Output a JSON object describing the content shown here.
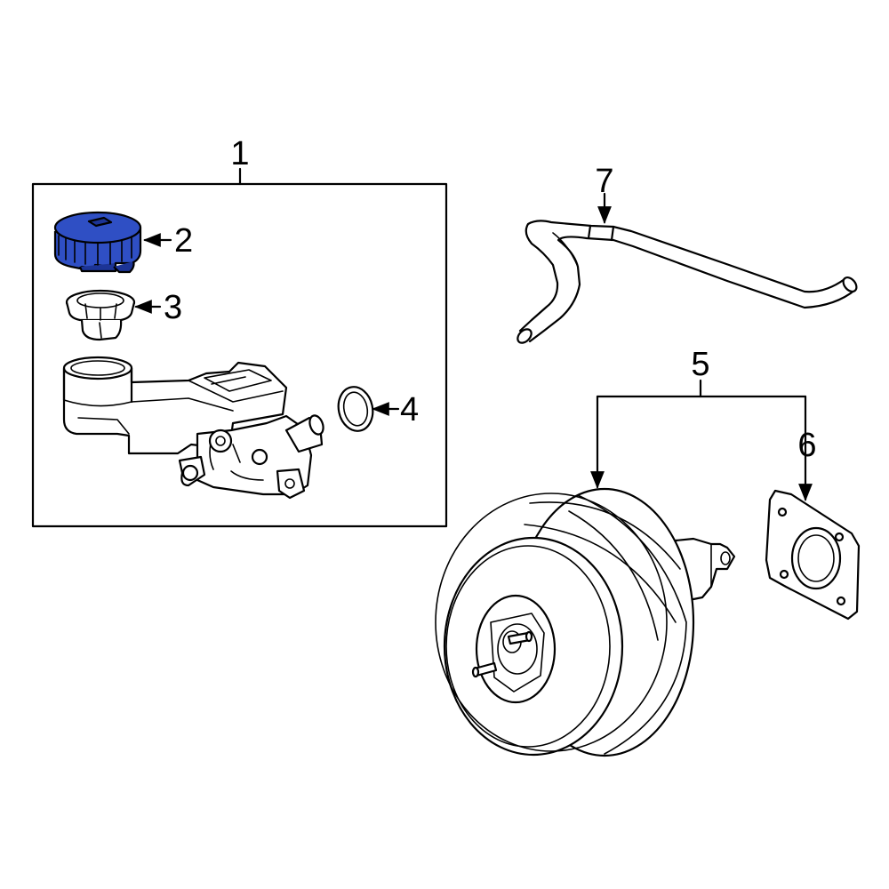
{
  "callouts": {
    "c1": "1",
    "c2": "2",
    "c3": "3",
    "c4": "4",
    "c5": "5",
    "c6": "6",
    "c7": "7"
  },
  "colors": {
    "highlight": "#2f4fc4",
    "highlight_dark": "#1c3496",
    "line": "#000000",
    "background": "#ffffff"
  }
}
